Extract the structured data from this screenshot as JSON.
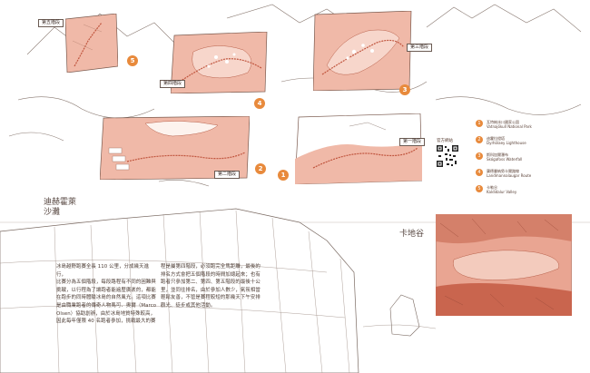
{
  "stages": [
    {
      "label": "第五階段",
      "number": "5"
    },
    {
      "label": "第四階段",
      "number": "4"
    },
    {
      "label": "第三階段",
      "number": "3"
    },
    {
      "label": "第二階段",
      "number": "2"
    },
    {
      "label": "第一階段",
      "number": "1"
    }
  ],
  "legend": [
    {
      "number": "1",
      "zh": "瓦特納冰川國家公園",
      "en": "Vatnajökull National Park"
    },
    {
      "number": "2",
      "zh": "迪霍拉燈塔",
      "en": "Dyrhólaey Lighthouse"
    },
    {
      "number": "3",
      "zh": "斯科加爾瀑布",
      "en": "Skógafoss Waterfall"
    },
    {
      "number": "4",
      "zh": "蘭德曼納勞卡爾路線",
      "en": "Landmannalaugar Route"
    },
    {
      "number": "5",
      "zh": "卡勒谷",
      "en": "Kaldidalur Valley"
    }
  ],
  "qr_label": "官方網站",
  "sketch_notes": {
    "left": "迪赫霍萊\n沙灘",
    "right": "卡地谷"
  },
  "body": {
    "col1": [
      "冰島越野跑賽全長 110 公里，分成幾天進行，",
      "比賽分為五個階段，每段路程有不同的困難與",
      "挑戰，以行程為了讓跑者能遍歷廣袤的，都能",
      "在跑步的同時體驗冰島的自然風光。這項比賽",
      "是由職業跑者的傳奇人物馬可．奧爾（Marco",
      "Olsen）協助創辦，由於冰島地質特殊較高，",
      "因此每年僅限 40 名跑者參加，挑戰最大的賽"
    ],
    "col2": [
      "程是屬第四階段，必須跑完全馬距離，最後的",
      "排名方式會把五個階段的時間加總起來；也有",
      "跑者只參加第二、第四、第五階段的最後十公",
      "里，並同往排名，由於參加人數少，氣氛相當",
      "輕鬆友善，不管是賽程較短的那幾天下午安排",
      "觀光、徒步或其他活動。"
    ]
  },
  "colors": {
    "accent": "#e88a3c",
    "map_fill": "#e9a592",
    "map_dark": "#b9553f",
    "ink": "#4a3a32"
  }
}
